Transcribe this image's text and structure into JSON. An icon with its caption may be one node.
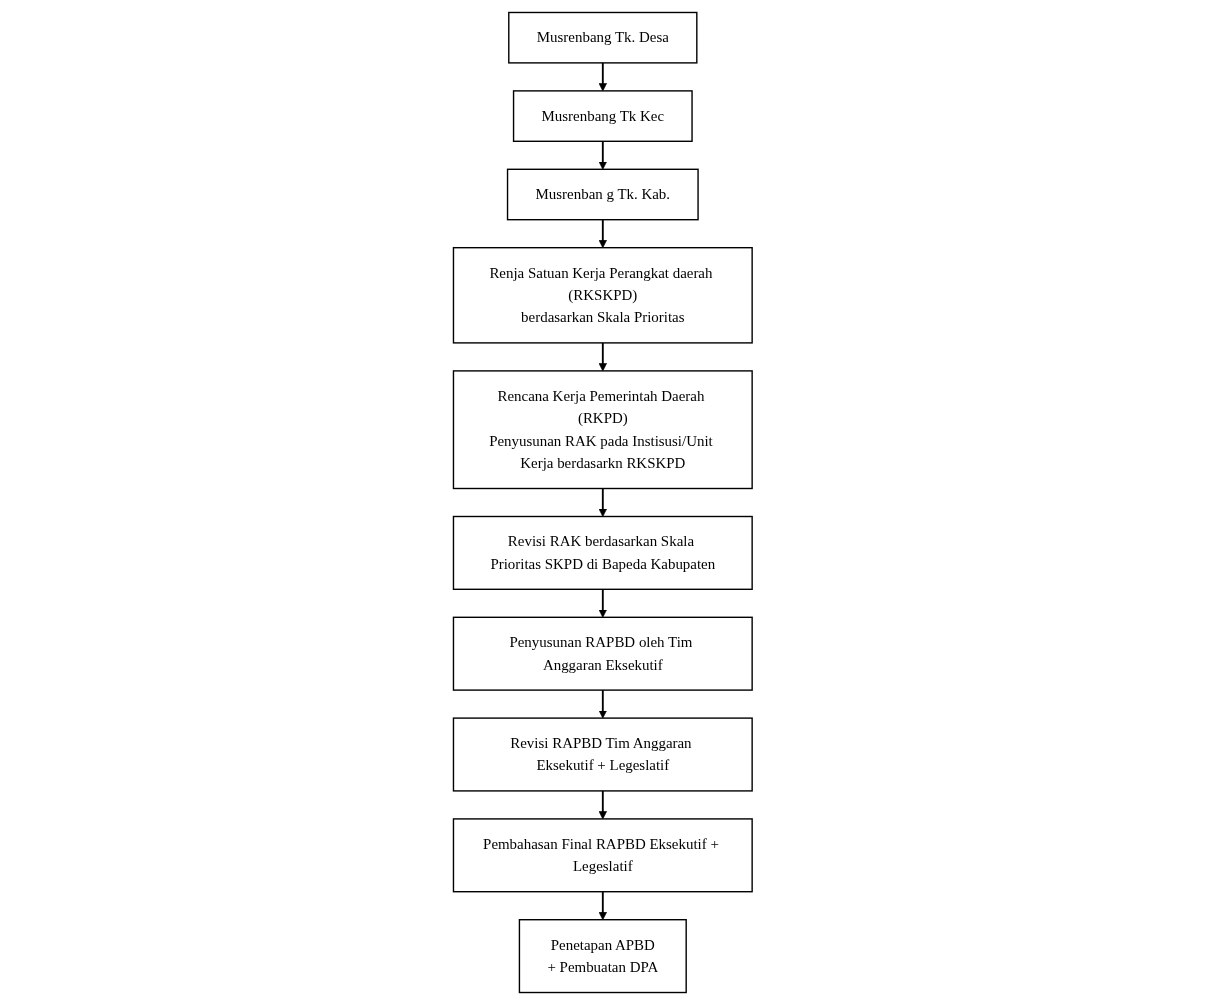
{
  "diagram": {
    "nodes": [
      {
        "text": [
          "Musrenbang Tk. Desa"
        ]
      },
      {
        "text": [
          "Musrenbang Tk Kec"
        ]
      },
      {
        "text": [
          "Musrenban g Tk. Kab."
        ]
      },
      {
        "text": [
          "Renja Satuan Kerja Perangkat daerah (RKSKPD)",
          "berdasarkan Skala Prioritas"
        ]
      },
      {
        "text": [
          "Rencana Kerja Pemerintah Daerah (RKPD)",
          "Penyusunan RAK pada Instisusi/Unit Kerja berdasarkn RKSKPD"
        ]
      },
      {
        "text": [
          "Revisi RAK berdasarkan Skala Prioritas SKPD di Bapeda Kabupaten"
        ]
      },
      {
        "text": [
          "Penyusunan RAPBD oleh Tim Anggaran Eksekutif"
        ]
      },
      {
        "text": [
          "Revisi RAPBD Tim Anggaran Eksekutif + Legeslatif"
        ]
      },
      {
        "text": [
          "Pembahasan Final RAPBD Eksekutif + Legeslatif"
        ]
      },
      {
        "text": [
          "Penetapan APBD",
          "+ Pembuatan DPA"
        ]
      }
    ],
    "edges": [
      {
        "from": 0,
        "to": 1,
        "arrow": "to"
      },
      {
        "from": 1,
        "to": 2,
        "arrow": "to"
      },
      {
        "from": 2,
        "to": 3,
        "arrow": "to"
      },
      {
        "from": 3,
        "to": 4,
        "arrow": "to"
      },
      {
        "from": 4,
        "to": 5,
        "arrow": "to"
      },
      {
        "from": 5,
        "to": 6,
        "arrow": "to"
      },
      {
        "from": 6,
        "to": 7,
        "arrow": "to"
      },
      {
        "from": 7,
        "to": 8,
        "arrow": "to"
      },
      {
        "from": 8,
        "to": 9,
        "arrow": "to"
      }
    ]
  }
}
